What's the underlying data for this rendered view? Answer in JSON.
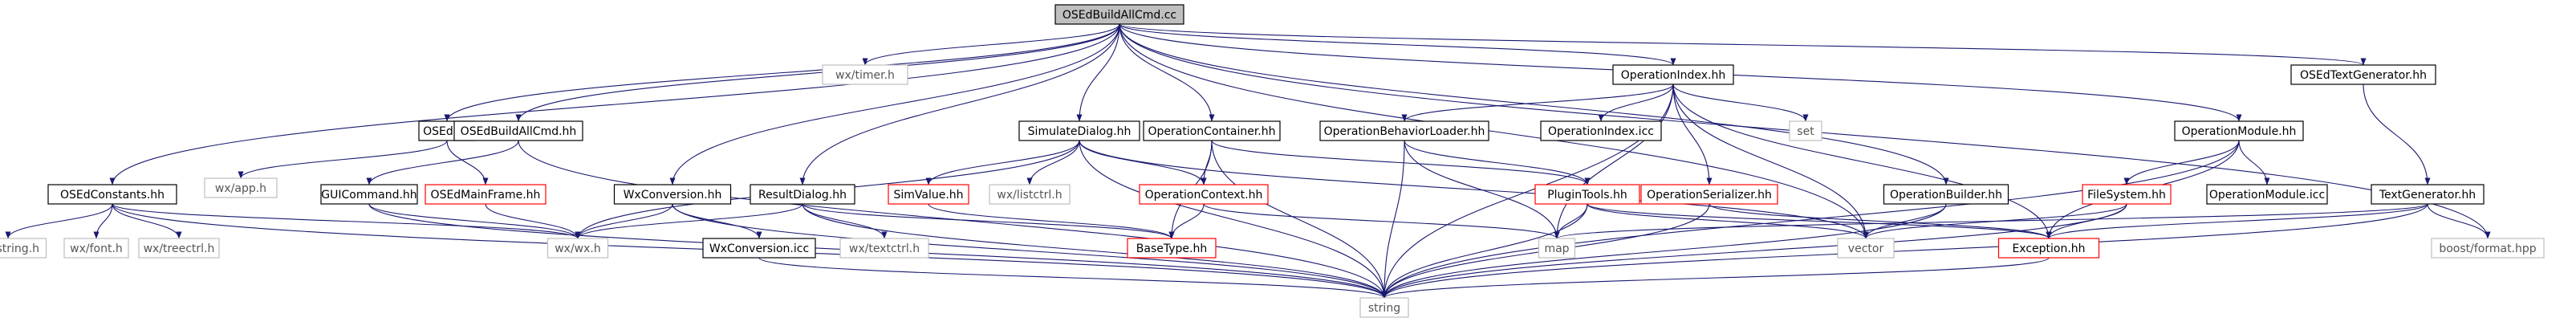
{
  "title": "OSEdBuildAllCmd.cc",
  "colors": {
    "edge": "#191970",
    "root_fill": "#bfbfbf",
    "documented_border": "#000000",
    "undocumented_border": "#ff0000",
    "system_border": "#bfbfbf",
    "system_text": "#555555"
  },
  "nodes": [
    {
      "id": "root",
      "label": "OSEdBuildAllCmd.cc",
      "style": "root"
    },
    {
      "id": "wxtimer",
      "label": "wx/timer.h",
      "style": "system"
    },
    {
      "id": "osedhh",
      "label": "OSEd.hh",
      "style": "doc"
    },
    {
      "id": "osedbuildhh",
      "label": "OSEdBuildAllCmd.hh",
      "style": "doc"
    },
    {
      "id": "simdialog",
      "label": "SimulateDialog.hh",
      "style": "doc"
    },
    {
      "id": "opcontainer",
      "label": "OperationContainer.hh",
      "style": "doc"
    },
    {
      "id": "opindex",
      "label": "OperationIndex.hh",
      "style": "doc"
    },
    {
      "id": "osedtextgen",
      "label": "OSEdTextGenerator.hh",
      "style": "doc"
    },
    {
      "id": "osedconst",
      "label": "OSEdConstants.hh",
      "style": "doc"
    },
    {
      "id": "wxapp",
      "label": "wx/app.h",
      "style": "system"
    },
    {
      "id": "guicmd",
      "label": "GUICommand.hh",
      "style": "doc"
    },
    {
      "id": "osedmainframe",
      "label": "OSEdMainFrame.hh",
      "style": "undoc"
    },
    {
      "id": "wxconv",
      "label": "WxConversion.hh",
      "style": "doc"
    },
    {
      "id": "resultdialog",
      "label": "ResultDialog.hh",
      "style": "doc"
    },
    {
      "id": "simvalue",
      "label": "SimValue.hh",
      "style": "undoc"
    },
    {
      "id": "wxlistctrl",
      "label": "wx/listctrl.h",
      "style": "system"
    },
    {
      "id": "opcontext",
      "label": "OperationContext.hh",
      "style": "undoc"
    },
    {
      "id": "opbehloader",
      "label": "OperationBehaviorLoader.hh",
      "style": "doc"
    },
    {
      "id": "opindexicc",
      "label": "OperationIndex.icc",
      "style": "doc"
    },
    {
      "id": "set",
      "label": "set",
      "style": "system"
    },
    {
      "id": "pluginTools",
      "label": "PluginTools.hh",
      "style": "undoc"
    },
    {
      "id": "opserializer",
      "label": "OperationSerializer.hh",
      "style": "undoc"
    },
    {
      "id": "opbuilder",
      "label": "OperationBuilder.hh",
      "style": "doc"
    },
    {
      "id": "opmodule",
      "label": "OperationModule.hh",
      "style": "doc"
    },
    {
      "id": "filesystem",
      "label": "FileSystem.hh",
      "style": "undoc"
    },
    {
      "id": "opmoduleicc",
      "label": "OperationModule.icc",
      "style": "doc"
    },
    {
      "id": "textgen",
      "label": "TextGenerator.hh",
      "style": "doc"
    },
    {
      "id": "wxstring",
      "label": "wx/string.h",
      "style": "system"
    },
    {
      "id": "wxfont",
      "label": "wx/font.h",
      "style": "system"
    },
    {
      "id": "wxtreectrl",
      "label": "wx/treectrl.h",
      "style": "system"
    },
    {
      "id": "wxwx",
      "label": "wx/wx.h",
      "style": "system"
    },
    {
      "id": "wxconvicc",
      "label": "WxConversion.icc",
      "style": "doc"
    },
    {
      "id": "wxtextctrl",
      "label": "wx/textctrl.h",
      "style": "system"
    },
    {
      "id": "basetype",
      "label": "BaseType.hh",
      "style": "undoc"
    },
    {
      "id": "map",
      "label": "map",
      "style": "system"
    },
    {
      "id": "vector",
      "label": "vector",
      "style": "system"
    },
    {
      "id": "exception",
      "label": "Exception.hh",
      "style": "undoc"
    },
    {
      "id": "boostformat",
      "label": "boost/format.hpp",
      "style": "system"
    },
    {
      "id": "string",
      "label": "string",
      "style": "system"
    }
  ],
  "edges": [
    [
      "root",
      "wxtimer"
    ],
    [
      "root",
      "osedhh"
    ],
    [
      "root",
      "osedbuildhh"
    ],
    [
      "root",
      "simdialog"
    ],
    [
      "root",
      "opcontainer"
    ],
    [
      "root",
      "opindex"
    ],
    [
      "root",
      "osedtextgen"
    ],
    [
      "root",
      "osedconst"
    ],
    [
      "root",
      "wxconv"
    ],
    [
      "root",
      "resultdialog"
    ],
    [
      "root",
      "opbuilder"
    ],
    [
      "root",
      "opmodule"
    ],
    [
      "root",
      "vector"
    ],
    [
      "root",
      "boostformat"
    ],
    [
      "osedhh",
      "wxapp"
    ],
    [
      "osedhh",
      "osedmainframe"
    ],
    [
      "osedbuildhh",
      "guicmd"
    ],
    [
      "osedbuildhh",
      "string"
    ],
    [
      "osedconst",
      "wxstring"
    ],
    [
      "osedconst",
      "wxfont"
    ],
    [
      "osedconst",
      "wxtreectrl"
    ],
    [
      "osedconst",
      "wxwx"
    ],
    [
      "osedconst",
      "string"
    ],
    [
      "guicmd",
      "wxwx"
    ],
    [
      "guicmd",
      "string"
    ],
    [
      "osedmainframe",
      "wxwx"
    ],
    [
      "wxconv",
      "wxwx"
    ],
    [
      "wxconv",
      "string"
    ],
    [
      "wxconv",
      "wxconvicc"
    ],
    [
      "wxconvicc",
      "string"
    ],
    [
      "simdialog",
      "wxwx"
    ],
    [
      "simdialog",
      "simvalue"
    ],
    [
      "simdialog",
      "wxlistctrl"
    ],
    [
      "simdialog",
      "opcontext"
    ],
    [
      "simdialog",
      "string"
    ],
    [
      "simdialog",
      "vector"
    ],
    [
      "resultdialog",
      "wxwx"
    ],
    [
      "resultdialog",
      "wxtextctrl"
    ],
    [
      "resultdialog",
      "basetype"
    ],
    [
      "resultdialog",
      "string"
    ],
    [
      "simvalue",
      "basetype"
    ],
    [
      "opcontainer",
      "opcontext"
    ],
    [
      "opcontainer",
      "basetype"
    ],
    [
      "opcontainer",
      "string"
    ],
    [
      "opcontainer",
      "pluginTools"
    ],
    [
      "opcontext",
      "basetype"
    ],
    [
      "opcontext",
      "map"
    ],
    [
      "opindex",
      "opbehloader"
    ],
    [
      "opindex",
      "opindexicc"
    ],
    [
      "opindex",
      "set"
    ],
    [
      "opindex",
      "opserializer"
    ],
    [
      "opindex",
      "vector"
    ],
    [
      "opindex",
      "string"
    ],
    [
      "opindex",
      "map"
    ],
    [
      "opindex",
      "exception"
    ],
    [
      "opbehloader",
      "pluginTools"
    ],
    [
      "opbehloader",
      "map"
    ],
    [
      "opbehloader",
      "string"
    ],
    [
      "pluginTools",
      "map"
    ],
    [
      "pluginTools",
      "string"
    ],
    [
      "pluginTools",
      "vector"
    ],
    [
      "pluginTools",
      "exception"
    ],
    [
      "opserializer",
      "exception"
    ],
    [
      "opserializer",
      "string"
    ],
    [
      "opbuilder",
      "vector"
    ],
    [
      "opbuilder",
      "string"
    ],
    [
      "opmodule",
      "filesystem"
    ],
    [
      "opmodule",
      "opmoduleicc"
    ],
    [
      "opmodule",
      "string"
    ],
    [
      "opmodule",
      "exception"
    ],
    [
      "filesystem",
      "vector"
    ],
    [
      "filesystem",
      "exception"
    ],
    [
      "filesystem",
      "string"
    ],
    [
      "osedtextgen",
      "textgen"
    ],
    [
      "textgen",
      "boostformat"
    ],
    [
      "textgen",
      "exception"
    ],
    [
      "textgen",
      "map"
    ],
    [
      "textgen",
      "string"
    ],
    [
      "exception",
      "string"
    ]
  ]
}
